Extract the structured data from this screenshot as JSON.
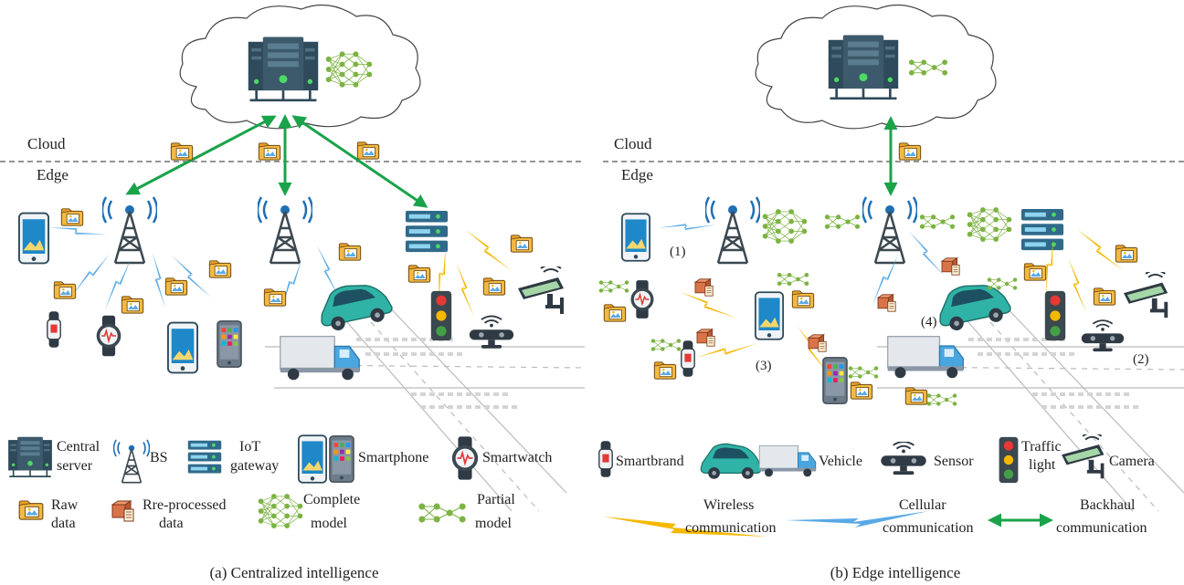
{
  "left_panel": {
    "cloud_label": "Cloud",
    "edge_label": "Edge",
    "caption": "(a) Centralized intelligence"
  },
  "right_panel": {
    "cloud_label": "Cloud",
    "edge_label": "Edge",
    "caption": "(b) Edge intelligence",
    "marker_1": "(1)",
    "marker_2": "(2)",
    "marker_3": "(3)",
    "marker_4": "(4)"
  },
  "legend_left": {
    "central_server_1": "Central",
    "central_server_2": "server",
    "bs": "BS",
    "iot_gateway_1": "IoT",
    "iot_gateway_2": "gateway",
    "smartphone": "Smartphone",
    "smartwatch": "Smartwatch",
    "raw_data_1": "Raw",
    "raw_data_2": "data",
    "preprocessed_1": "Rre-processed",
    "preprocessed_2": "data",
    "complete_model_1": "Complete",
    "complete_model_2": "model",
    "partial_model_1": "Partial",
    "partial_model_2": "model"
  },
  "legend_right": {
    "smartbrand": "Smartbrand",
    "vehicle": "Vehicle",
    "sensor": "Sensor",
    "traffic_light_1": "Traffic",
    "traffic_light_2": "light",
    "camera": "Camera",
    "wireless_1": "Wireless",
    "wireless_2": "communication",
    "cellular_1": "Cellular",
    "cellular_2": "communication",
    "backhaul_1": "Backhaul",
    "backhaul_2": "communication"
  },
  "colors": {
    "backhaul": "#1aa34a",
    "cellular": "#5aa9e6",
    "wireless": "#f5b800",
    "server": "#2f4a5a",
    "tower": "#3c4850",
    "neural_net": "#7cb342",
    "folder": "#f4b942"
  }
}
